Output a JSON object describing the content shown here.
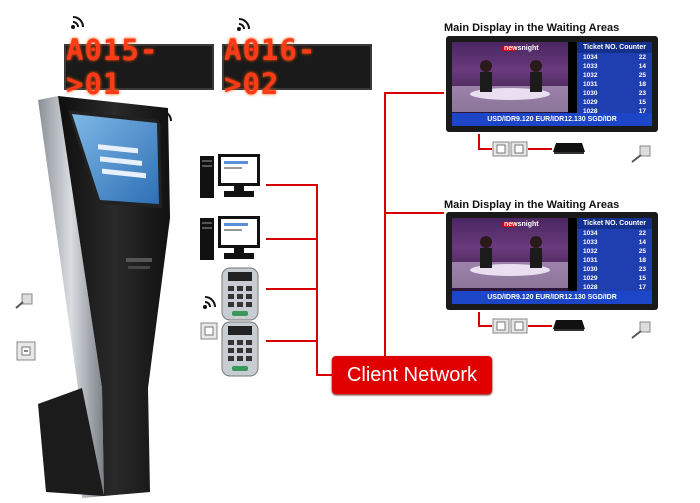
{
  "led_boards": [
    {
      "text": "A015->01"
    },
    {
      "text": "A016->02"
    }
  ],
  "displays": [
    {
      "title": "Main Display in the Waiting Areas",
      "show_logo": "newsnight",
      "table_headers": [
        "Ticket NO.",
        "Counter"
      ],
      "rows": [
        [
          "1034",
          "22"
        ],
        [
          "1033",
          "14"
        ],
        [
          "1032",
          "25"
        ],
        [
          "1031",
          "18"
        ],
        [
          "1030",
          "23"
        ],
        [
          "1029",
          "15"
        ],
        [
          "1028",
          "17"
        ]
      ],
      "ticker": "USD/IDR9.120 EUR/IDR12.130 SGD/IDR"
    },
    {
      "title": "Main Display in the Waiting Areas",
      "show_logo": "newsnight",
      "table_headers": [
        "Ticket NO.",
        "Counter"
      ],
      "rows": [
        [
          "1034",
          "22"
        ],
        [
          "1033",
          "14"
        ],
        [
          "1032",
          "25"
        ],
        [
          "1031",
          "18"
        ],
        [
          "1030",
          "23"
        ],
        [
          "1029",
          "15"
        ],
        [
          "1028",
          "17"
        ]
      ],
      "ticker": "USD/IDR9.120 EUR/IDR12.130 SGD/IDR"
    }
  ],
  "network_label": "Client Network",
  "icons": [
    "wifi-icon",
    "computer-icon",
    "keypad-terminal-icon",
    "power-socket-icon",
    "power-plug-icon",
    "media-player-icon",
    "kiosk"
  ],
  "colors": {
    "wire": "#d80000",
    "network_box": "#e00000",
    "led_text": "#ff3a1a",
    "table_bg": "#1f3fb0"
  }
}
